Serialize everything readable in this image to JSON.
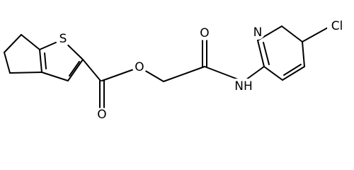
{
  "molecule": {
    "atoms": {
      "sulfur": "S",
      "ester_oxygen": "O",
      "ester_carbonyl_oxygen": "O",
      "amide_carbonyl_oxygen": "O",
      "amide_nitrogen": "NH",
      "pyridine_nitrogen": "N",
      "chlorine": "Cl"
    }
  }
}
